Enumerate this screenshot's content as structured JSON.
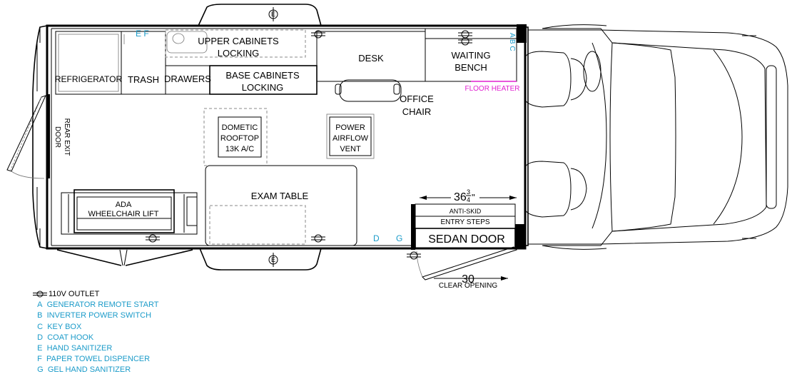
{
  "rooms": {
    "refrigerator": "REFRIGERATOR",
    "trash": "TRASH",
    "drawers": "DRAWERS",
    "upper_cabinets_1": "UPPER CABINETS",
    "upper_cabinets_2": "LOCKING",
    "base_cabinets_1": "BASE CABINETS",
    "base_cabinets_2": "LOCKING",
    "desk": "DESK",
    "waiting_bench_1": "WAITING",
    "waiting_bench_2": "BENCH",
    "office_chair_1": "OFFICE",
    "office_chair_2": "CHAIR",
    "floor_heater": "FLOOR HEATER",
    "ac_1": "DOMETIC",
    "ac_2": "ROOFTOP",
    "ac_3": "13K A/C",
    "vent_1": "POWER",
    "vent_2": "AIRFLOW",
    "vent_3": "VENT",
    "exam_table": "EXAM TABLE",
    "lift_1": "ADA",
    "lift_2": "WHEELCHAIR LIFT",
    "rear_exit_1": "REAR EXIT",
    "rear_exit_2": "DOOR",
    "steps_1": "ANTI-SKID",
    "steps_2": "ENTRY STEPS",
    "sedan_door": "SEDAN DOOR",
    "step_width_main": "36",
    "step_width_num": "3",
    "step_width_den": "4",
    "step_width_unit": "\"",
    "clear_opening_num": "30",
    "clear_opening": "CLEAR OPENING"
  },
  "markers": {
    "ef": "E  F",
    "abc": "A B  C",
    "d": "D",
    "g": "G",
    "e_top": "E",
    "e_bottom": "E"
  },
  "legend": {
    "outlet": "110V OUTLET",
    "items": [
      {
        "key": "A",
        "text": "GENERATOR REMOTE START"
      },
      {
        "key": "B",
        "text": "INVERTER POWER SWITCH"
      },
      {
        "key": "C",
        "text": "KEY BOX"
      },
      {
        "key": "D",
        "text": "COAT HOOK"
      },
      {
        "key": "E",
        "text": "HAND SANITIZER"
      },
      {
        "key": "F",
        "text": "PAPER TOWEL DISPENCER"
      },
      {
        "key": "G",
        "text": "GEL HAND SANITIZER"
      }
    ]
  },
  "colors": {
    "legend_text": "#1b9bc9",
    "floor_heater": "#e020d0",
    "lines": "#000000"
  }
}
